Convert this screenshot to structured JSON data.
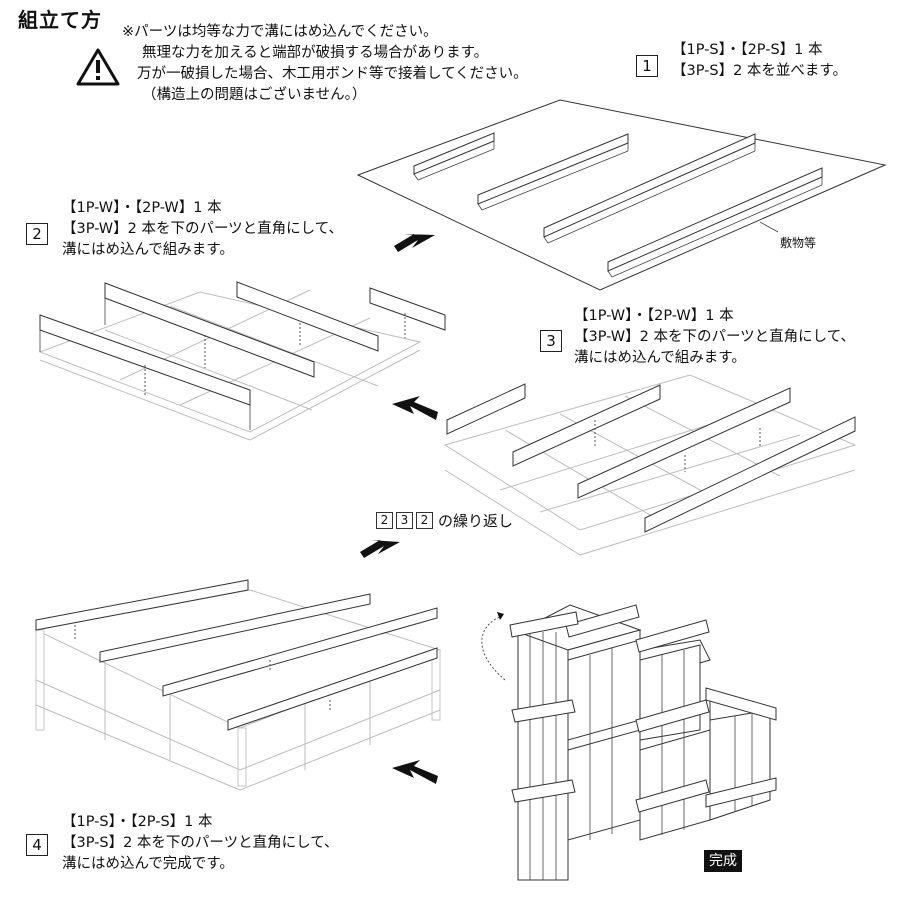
{
  "title": "組立て方",
  "warning": {
    "icon": "warning-triangle-icon",
    "lines": [
      "※パーツは均等な力で溝にはめ込んでください。",
      "無理な力を加えると端部が破損する場合があります。",
      "万が一破損した場合、木工用ボンド等で接着してください。",
      "（構造上の問題はございません。）"
    ]
  },
  "steps": [
    {
      "number": "1",
      "lines": [
        "【1P-S】・【2P-S】1 本",
        "【3P-S】2 本を並べます。"
      ]
    },
    {
      "number": "2",
      "lines": [
        "【1P-W】・【2P-W】1 本",
        "【3P-W】2 本を下のパーツと直角にして、",
        "溝にはめ込んで組みます。"
      ]
    },
    {
      "number": "3",
      "lines": [
        "【1P-W】・【2P-W】1 本",
        "【3P-W】2 本を下のパーツと直角にして、",
        "溝にはめ込んで組みます。"
      ]
    },
    {
      "number": "4",
      "lines": [
        "【1P-S】・【2P-S】1 本",
        "【3P-S】2 本を下のパーツと直角にして、",
        "溝にはめ込んで完成です。"
      ]
    }
  ],
  "sheet_label": "敷物等",
  "repeat": {
    "numbers": [
      "2",
      "3",
      "2"
    ],
    "text": "の繰り返し"
  },
  "complete_label": "完成",
  "colors": {
    "line": "#333333",
    "ghost": "#bdbdbd",
    "badge_bg": "#111111",
    "badge_text": "#ffffff"
  }
}
